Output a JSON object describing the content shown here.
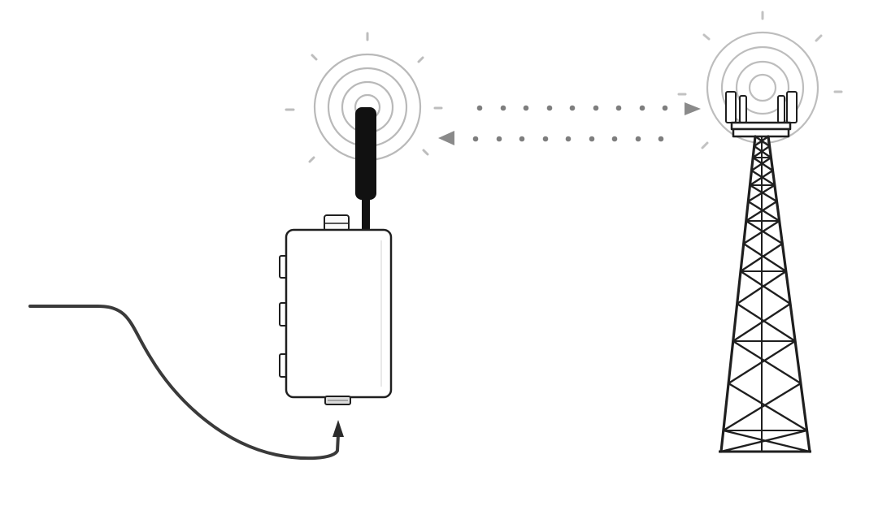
{
  "diagram": {
    "nodes": [
      {
        "id": "device",
        "kind": "cellular gateway enclosure with antenna",
        "icon": "gateway-device-icon"
      },
      {
        "id": "tower",
        "kind": "cell tower with panel antennas",
        "icon": "cell-tower-icon"
      },
      {
        "id": "cable",
        "kind": "input cable into device bottom port",
        "icon": "cable-icon"
      }
    ],
    "links": [
      {
        "from": "device",
        "to": "tower",
        "style": "dotted",
        "direction": "uplink"
      },
      {
        "from": "tower",
        "to": "device",
        "style": "dotted",
        "direction": "downlink"
      },
      {
        "from": "cable",
        "to": "device",
        "style": "solid",
        "direction": "input"
      }
    ],
    "colors": {
      "line": "#1f1f1f",
      "antenna": "#111111",
      "waves": "#b5b5b5",
      "dots": "#7a7a7a",
      "enclosure_fill": "#ffffff"
    }
  }
}
